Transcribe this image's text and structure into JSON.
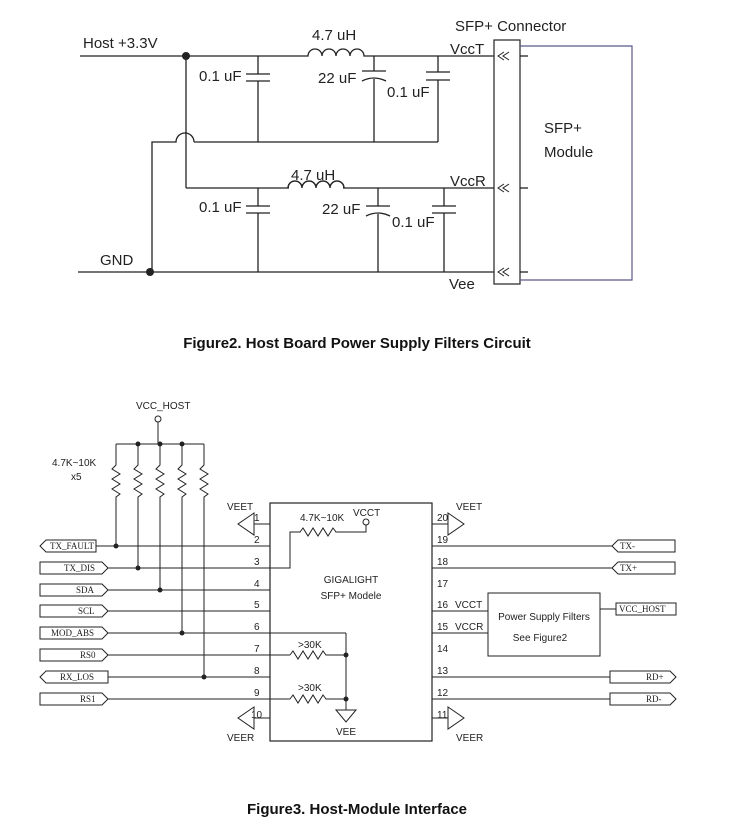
{
  "fig2": {
    "host_label": "Host +3.3V",
    "gnd_label": "GND",
    "connector_title": "SFP+ Connector",
    "module_line1": "SFP+",
    "module_line2": "Module",
    "vcct": "VccT",
    "vccr": "VccR",
    "vee": "Vee",
    "inductor_top": "4.7 uH",
    "inductor_bottom": "4.7 uH",
    "cap_a1": "0.1 uF",
    "cap_a2": "22 uF",
    "cap_a3": "0.1 uF",
    "cap_b1": "0.1 uF",
    "cap_b2": "22 uF",
    "cap_b3": "0.1 uF",
    "caption": "Figure2. Host Board Power Supply Filters Circuit"
  },
  "fig3": {
    "vcc_host": "VCC_HOST",
    "resistor_label": "4.7K~10K",
    "resistor_count": "x5",
    "veet_left": "VEET",
    "veet_right": "VEET",
    "veer_left": "VEER",
    "veer_right": "VEER",
    "vcct": "VCCT",
    "module_line1": "GIGALIGHT",
    "module_line2": "SFP+ Modele",
    "pullup_label": "4.7K~10K",
    "r30k_a": ">30K",
    "r30k_b": ">30K",
    "vee": "VEE",
    "pin16": "VCCT",
    "pin15": "VCCR",
    "psf_line1": "Power Supply Filters",
    "psf_line2": "See Figure2",
    "left_signals": [
      "TX_FAULT",
      "TX_DIS",
      "SDA",
      "SCL",
      "MOD_ABS",
      "RS0",
      "RX_LOS",
      "RS1"
    ],
    "left_pins": [
      "1",
      "2",
      "3",
      "4",
      "5",
      "6",
      "7",
      "8",
      "9",
      "10"
    ],
    "right_pins": [
      "20",
      "19",
      "18",
      "17",
      "16",
      "15",
      "14",
      "13",
      "12",
      "11"
    ],
    "right_signals": [
      "TX-",
      "TX+",
      "VCC_HOST",
      "RD+",
      "RD-"
    ],
    "caption": "Figure3. Host-Module Interface"
  }
}
